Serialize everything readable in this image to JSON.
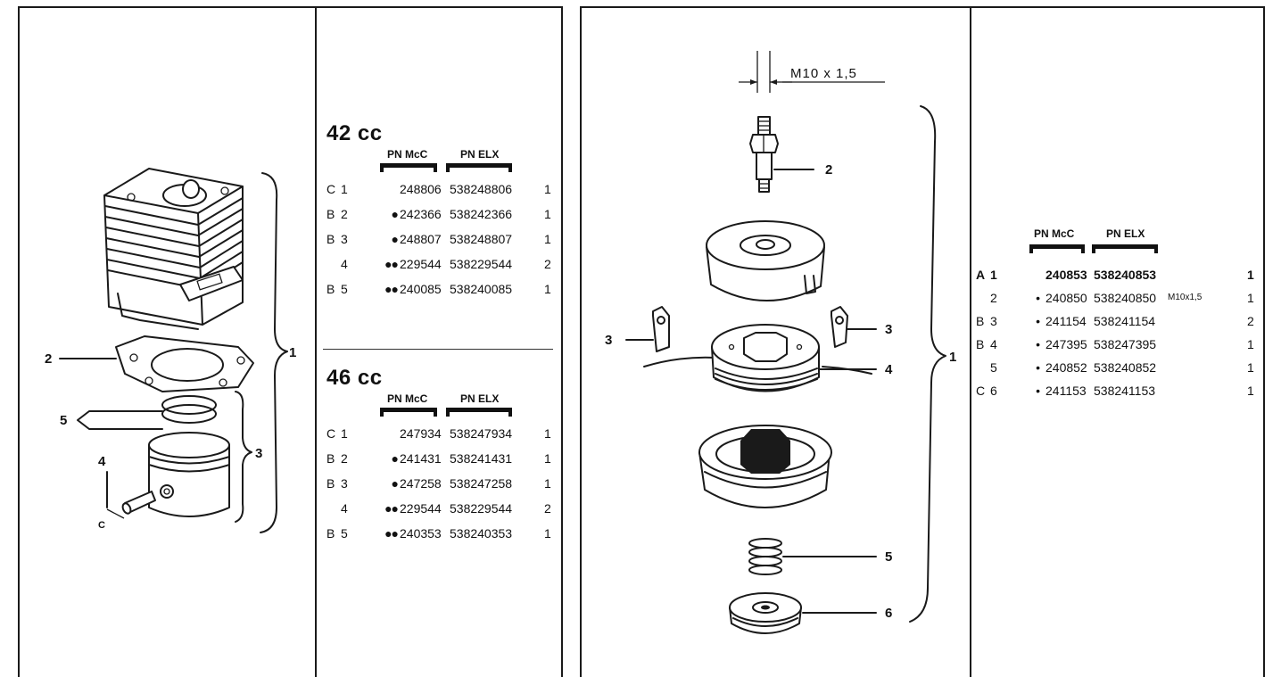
{
  "left": {
    "callouts": [
      "1",
      "2",
      "3",
      "4",
      "5",
      "C"
    ],
    "sections": [
      {
        "title": "42 cc",
        "headers": [
          "PN McC",
          "PN ELX"
        ],
        "rows": [
          {
            "grade": "C",
            "num": "1",
            "mark": "",
            "mcc": "248806",
            "elx": "538248806",
            "qty": "1"
          },
          {
            "grade": "B",
            "num": "2",
            "mark": "●",
            "mcc": "242366",
            "elx": "538242366",
            "qty": "1"
          },
          {
            "grade": "B",
            "num": "3",
            "mark": "●",
            "mcc": "248807",
            "elx": "538248807",
            "qty": "1"
          },
          {
            "grade": "",
            "num": "4",
            "mark": "●●",
            "mcc": "229544",
            "elx": "538229544",
            "qty": "2"
          },
          {
            "grade": "B",
            "num": "5",
            "mark": "●●",
            "mcc": "240085",
            "elx": "538240085",
            "qty": "1"
          }
        ]
      },
      {
        "title": "46 cc",
        "headers": [
          "PN McC",
          "PN ELX"
        ],
        "rows": [
          {
            "grade": "C",
            "num": "1",
            "mark": "",
            "mcc": "247934",
            "elx": "538247934",
            "qty": "1"
          },
          {
            "grade": "B",
            "num": "2",
            "mark": "●",
            "mcc": "241431",
            "elx": "538241431",
            "qty": "1"
          },
          {
            "grade": "B",
            "num": "3",
            "mark": "●",
            "mcc": "247258",
            "elx": "538247258",
            "qty": "1"
          },
          {
            "grade": "",
            "num": "4",
            "mark": "●●",
            "mcc": "229544",
            "elx": "538229544",
            "qty": "2"
          },
          {
            "grade": "B",
            "num": "5",
            "mark": "●●",
            "mcc": "240353",
            "elx": "538240353",
            "qty": "1"
          }
        ]
      }
    ]
  },
  "right": {
    "dimension_label": "M10 x 1,5",
    "callouts": [
      "1",
      "2",
      "3",
      "3",
      "4",
      "5",
      "6"
    ],
    "headers": [
      "PN McC",
      "PN ELX"
    ],
    "rows": [
      {
        "grade": "A",
        "num": "1",
        "mark": "",
        "mcc": "240853",
        "elx": "538240853",
        "note": "",
        "qty": "1"
      },
      {
        "grade": "",
        "num": "2",
        "mark": "•",
        "mcc": "240850",
        "elx": "538240850",
        "note": "M10x1,5",
        "qty": "1"
      },
      {
        "grade": "B",
        "num": "3",
        "mark": "•",
        "mcc": "241154",
        "elx": "538241154",
        "note": "",
        "qty": "2"
      },
      {
        "grade": "B",
        "num": "4",
        "mark": "•",
        "mcc": "247395",
        "elx": "538247395",
        "note": "",
        "qty": "1"
      },
      {
        "grade": "",
        "num": "5",
        "mark": "•",
        "mcc": "240852",
        "elx": "538240852",
        "note": "",
        "qty": "1"
      },
      {
        "grade": "C",
        "num": "6",
        "mark": "•",
        "mcc": "241153",
        "elx": "538241153",
        "note": "",
        "qty": "1"
      }
    ]
  }
}
